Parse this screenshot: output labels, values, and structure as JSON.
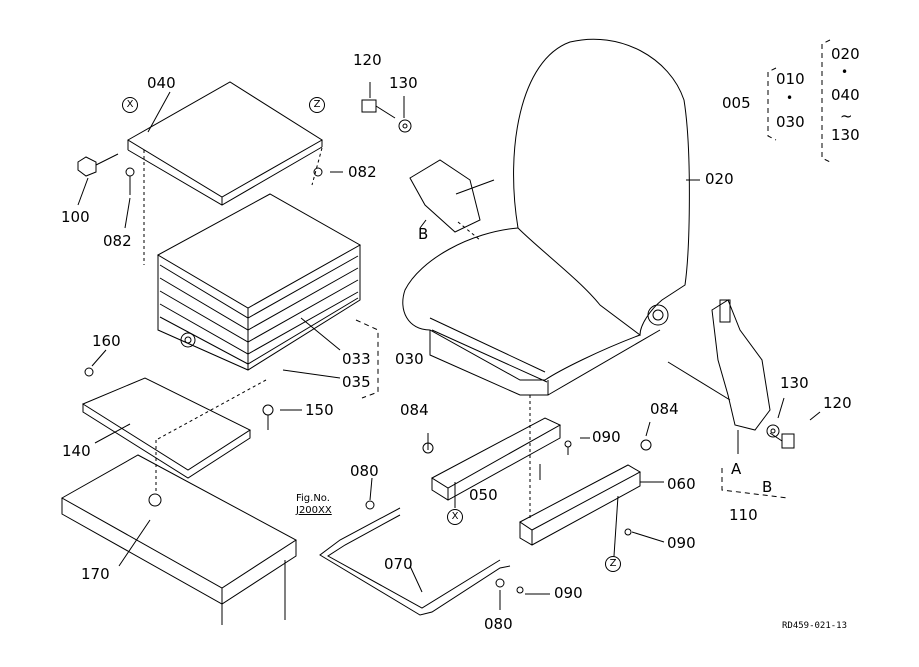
{
  "parts": {
    "p005": "005",
    "p010": "010",
    "p020": "020",
    "p020b": "020",
    "p030": "030",
    "p030b": "030",
    "p033": "033",
    "p035": "035",
    "p040": "040",
    "p040b": "040",
    "p050": "050",
    "p060": "060",
    "p070": "070",
    "p080a": "080",
    "p080b": "080",
    "p082a": "082",
    "p082b": "082",
    "p084a": "084",
    "p084b": "084",
    "p090a": "090",
    "p090b": "090",
    "p090c": "090",
    "p100": "100",
    "p110": "110",
    "p120a": "120",
    "p120b": "120",
    "p130a": "130",
    "p130b": "130",
    "p130c": "130",
    "p140": "140",
    "p150": "150",
    "p160": "160",
    "p170": "170"
  },
  "markers": {
    "x1": "X",
    "x2": "X",
    "z1": "Z",
    "z2": "Z",
    "b1": "B",
    "b2": "B",
    "a1": "A",
    "tilde": "~",
    "dot": "•"
  },
  "fig_ref": {
    "label": "Fig.No.",
    "code": "J200XX"
  },
  "drawing_code": "RD459-021-13"
}
